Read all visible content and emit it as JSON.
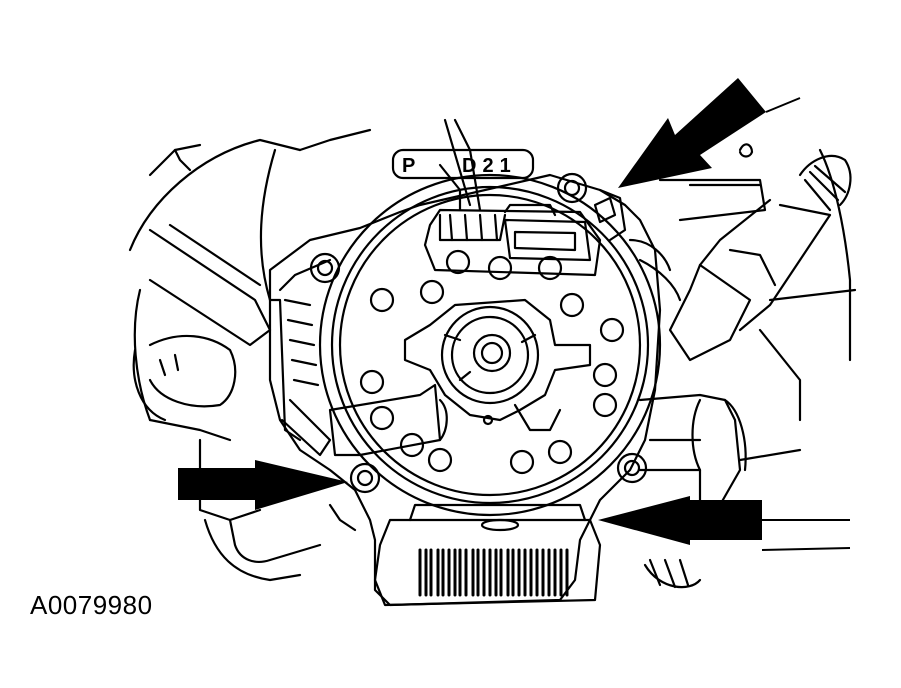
{
  "figure": {
    "id_label": "A0079980",
    "connector_label_left": "P",
    "connector_label_right": "D21",
    "stroke_color": "#000000",
    "background_color": "#ffffff"
  }
}
